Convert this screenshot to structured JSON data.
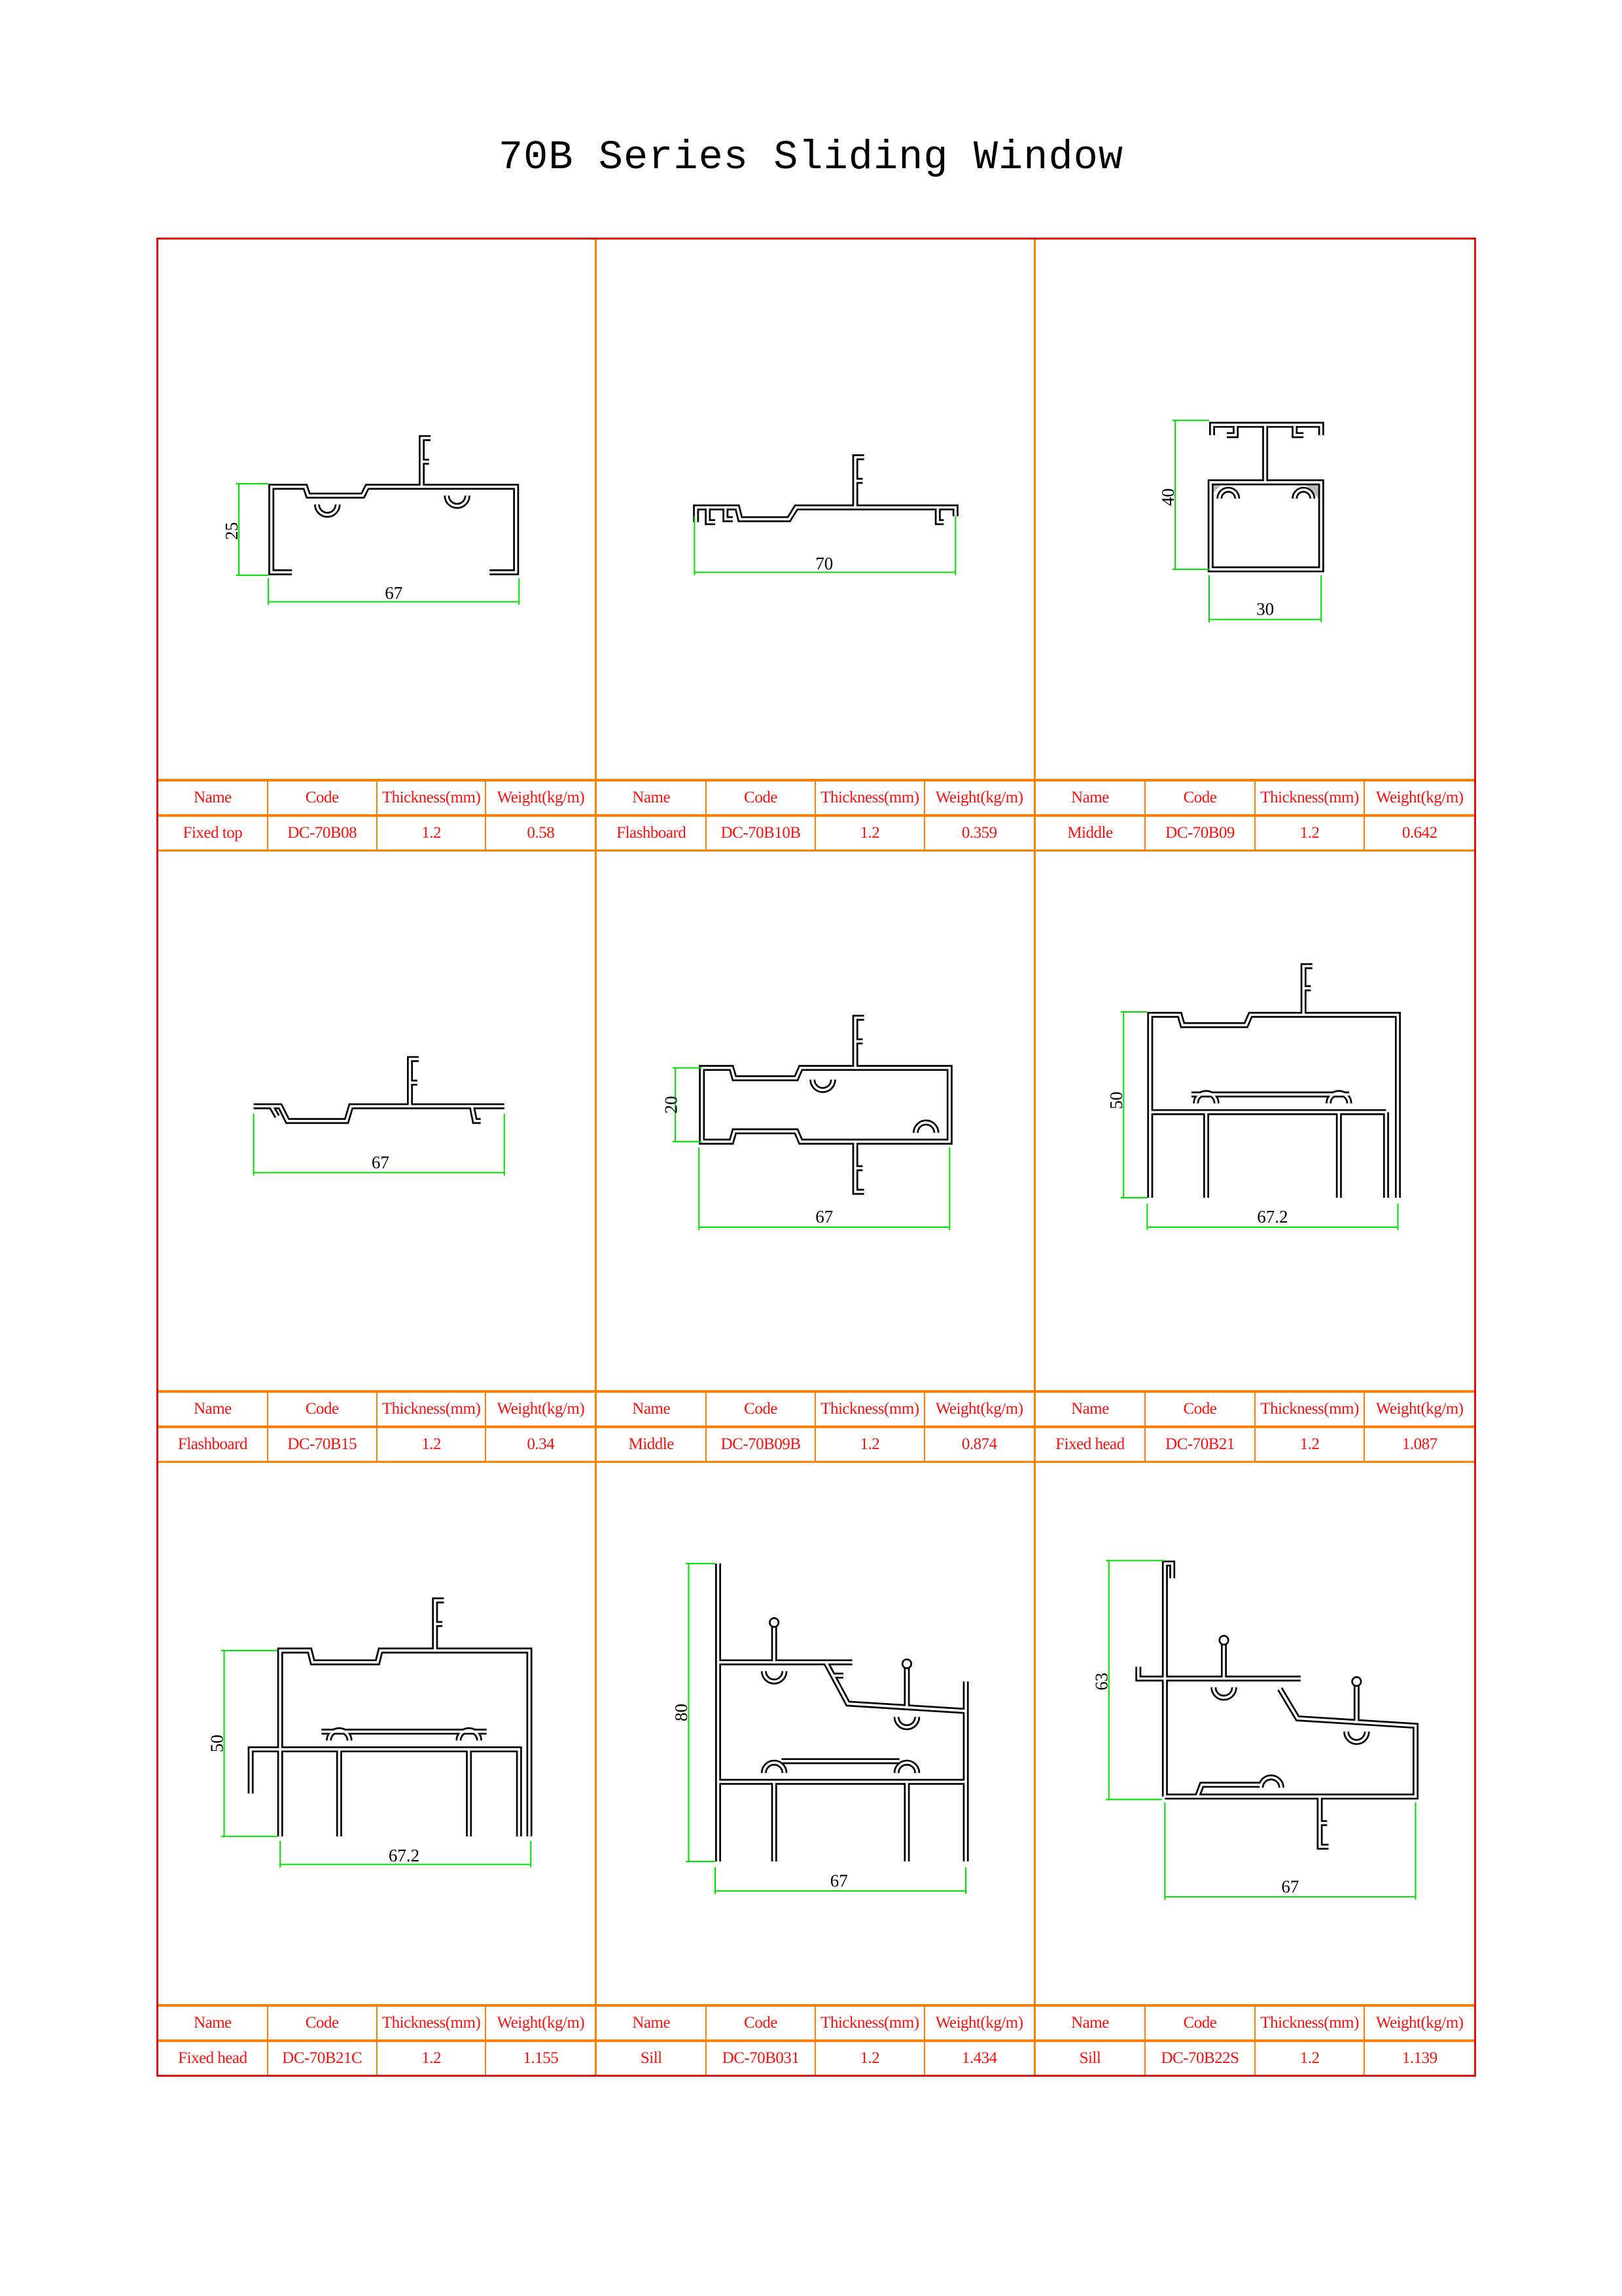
{
  "title": "70B Series Sliding Window",
  "headers": {
    "name": "Name",
    "code": "Code",
    "thickness": "Thickness(mm)",
    "weight": "Weight(kg/m)"
  },
  "colors": {
    "outer_border": "#e01010",
    "grid_lines": "#ff8000",
    "table_text": "#ff1010",
    "dimension_lines": "#00e000"
  },
  "cells": [
    {
      "name": "Fixed top",
      "code": "DC-70B08",
      "thickness": "1.2",
      "weight": "0.58",
      "dims": [
        "25",
        "67"
      ]
    },
    {
      "name": "Flashboard",
      "code": "DC-70B10B",
      "thickness": "1.2",
      "weight": "0.359",
      "dims": [
        "70"
      ]
    },
    {
      "name": "Middle",
      "code": "DC-70B09",
      "thickness": "1.2",
      "weight": "0.642",
      "dims": [
        "40",
        "30"
      ]
    },
    {
      "name": "Flashboard",
      "code": "DC-70B15",
      "thickness": "1.2",
      "weight": "0.34",
      "dims": [
        "67"
      ]
    },
    {
      "name": "Middle",
      "code": "DC-70B09B",
      "thickness": "1.2",
      "weight": "0.874",
      "dims": [
        "20",
        "67"
      ]
    },
    {
      "name": "Fixed head",
      "code": "DC-70B21",
      "thickness": "1.2",
      "weight": "1.087",
      "dims": [
        "50",
        "67.2"
      ]
    },
    {
      "name": "Fixed head",
      "code": "DC-70B21C",
      "thickness": "1.2",
      "weight": "1.155",
      "dims": [
        "50",
        "67.2"
      ]
    },
    {
      "name": "Sill",
      "code": "DC-70B031",
      "thickness": "1.2",
      "weight": "1.434",
      "dims": [
        "80",
        "67"
      ]
    },
    {
      "name": "Sill",
      "code": "DC-70B22S",
      "thickness": "1.2",
      "weight": "1.139",
      "dims": [
        "63",
        "67"
      ]
    }
  ]
}
